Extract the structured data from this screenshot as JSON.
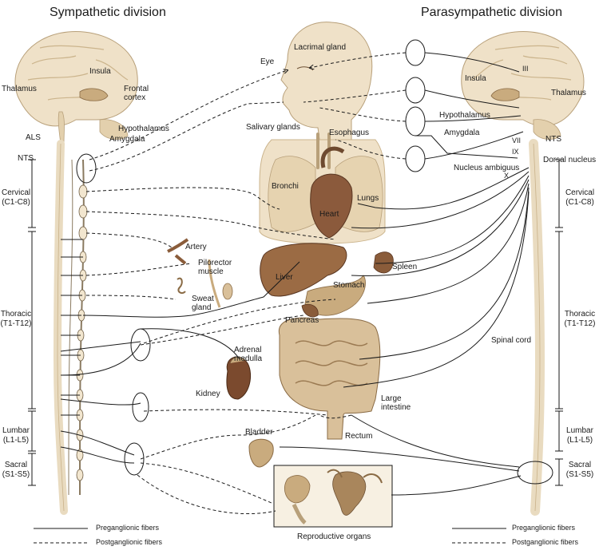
{
  "titles": {
    "sympathetic": "Sympathetic division",
    "parasympathetic": "Parasympathetic division"
  },
  "brain_labels": {
    "left": {
      "insula": "Insula",
      "thalamus": "Thalamus",
      "frontal_cortex": "Frontal\ncortex",
      "hypothalamus": "Hypothalamus",
      "amygdala": "Amygdala",
      "als": "ALS",
      "nts": "NTS"
    },
    "right": {
      "insula": "Insula",
      "thalamus": "Thalamus",
      "hypothalamus": "Hypothalamus",
      "amygdala": "Amygdala",
      "nts": "NTS",
      "dorsal_nucleus": "Dorsal nucleus",
      "nucleus_ambiguus": "Nucleus ambiguus"
    }
  },
  "cranial_nerves": [
    "III",
    "VII",
    "IX",
    "X"
  ],
  "organs": {
    "lacrimal_gland": "Lacrimal gland",
    "eye": "Eye",
    "salivary_glands": "Salivary glands",
    "esophagus": "Esophagus",
    "bronchi": "Bronchi",
    "lungs": "Lungs",
    "heart": "Heart",
    "artery": "Artery",
    "pilorector_muscle": "Pilorector\nmuscle",
    "sweat_gland": "Sweat\ngland",
    "liver": "Liver",
    "spleen": "Spleen",
    "stomach": "Stomach",
    "pancreas": "Pancreas",
    "adrenal_medulla": "Adrenal\nmedulla",
    "kidney": "Kidney",
    "large_intestine": "Large\nintestine",
    "rectum": "Rectum",
    "bladder": "Bladder",
    "reproductive_organs": "Reproductive organs",
    "spinal_cord": "Spinal cord"
  },
  "segments_left": [
    {
      "name": "Cervical",
      "range": "(C1-C8)"
    },
    {
      "name": "Thoracic",
      "range": "(T1-T12)"
    },
    {
      "name": "Lumbar",
      "range": "(L1-L5)"
    },
    {
      "name": "Sacral",
      "range": "(S1-S5)"
    }
  ],
  "segments_right": [
    {
      "name": "Cervical",
      "range": "(C1-C8)"
    },
    {
      "name": "Thoracic",
      "range": "(T1-T12)"
    },
    {
      "name": "Lumbar",
      "range": "(L1-L5)"
    },
    {
      "name": "Sacral",
      "range": "(S1-S5)"
    }
  ],
  "legend": {
    "preganglionic": "Preganglionic fibers",
    "postganglionic": "Postganglionic fibers"
  },
  "colors": {
    "tissue": "#efe1c8",
    "tissue_dark": "#d8c39c",
    "organ": "#a9865c",
    "organ_dark": "#6e5236",
    "line": "#1a1a1a"
  }
}
